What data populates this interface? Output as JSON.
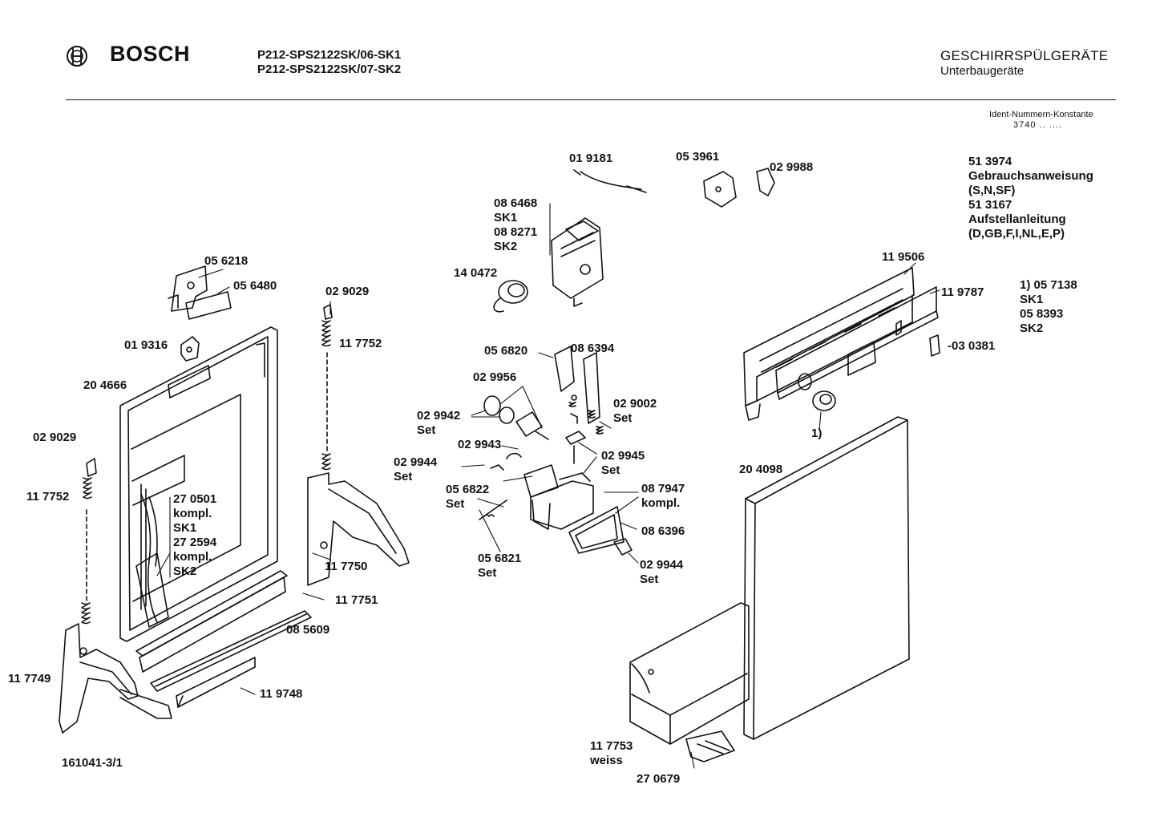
{
  "header": {
    "brand": "BOSCH",
    "models": [
      "P212-SPS2122SK/06-SK1",
      "P212-SPS2122SK/07-SK2"
    ],
    "category_title": "GESCHIRRSPÜLGERÄTE",
    "category_subtitle": "Unterbaugeräte",
    "ident_label": "Ident-Nummern-Konstante",
    "ident_value": "3740 .. ...."
  },
  "doc_number": "161041-3/1",
  "icons": {
    "logo": "bosch-armature-icon"
  },
  "part_labels": [
    {
      "id": "019181",
      "lines": [
        "01 9181"
      ]
    },
    {
      "id": "053961",
      "lines": [
        "05 3961"
      ]
    },
    {
      "id": "029988",
      "lines": [
        "02 9988"
      ]
    },
    {
      "id": "086468",
      "lines": [
        "08 6468",
        "SK1",
        "08 8271",
        "SK2"
      ]
    },
    {
      "id": "140472",
      "lines": [
        "14 0472"
      ]
    },
    {
      "id": "056218",
      "lines": [
        "05 6218"
      ]
    },
    {
      "id": "056480",
      "lines": [
        "05 6480"
      ]
    },
    {
      "id": "029029-top",
      "lines": [
        "02 9029"
      ]
    },
    {
      "id": "117752-top",
      "lines": [
        "11 7752"
      ]
    },
    {
      "id": "019316",
      "lines": [
        "01 9316"
      ]
    },
    {
      "id": "204666",
      "lines": [
        "20 4666"
      ]
    },
    {
      "id": "029029-left",
      "lines": [
        "02 9029"
      ]
    },
    {
      "id": "117752-left",
      "lines": [
        "11 7752"
      ]
    },
    {
      "id": "270501",
      "lines": [
        "27 0501",
        "kompl.",
        "SK1",
        "27 2594",
        "kompl.",
        "SK2"
      ]
    },
    {
      "id": "117750",
      "lines": [
        "11 7750"
      ]
    },
    {
      "id": "117751",
      "lines": [
        "11 7751"
      ]
    },
    {
      "id": "085609",
      "lines": [
        "08 5609"
      ]
    },
    {
      "id": "117749",
      "lines": [
        "11 7749"
      ]
    },
    {
      "id": "119748",
      "lines": [
        "11 9748"
      ]
    },
    {
      "id": "056820",
      "lines": [
        "05 6820"
      ]
    },
    {
      "id": "086394",
      "lines": [
        "08 6394"
      ]
    },
    {
      "id": "029956",
      "lines": [
        "02 9956"
      ]
    },
    {
      "id": "029942",
      "lines": [
        "02 9942",
        "Set"
      ]
    },
    {
      "id": "029002",
      "lines": [
        "02 9002",
        "Set"
      ]
    },
    {
      "id": "029943",
      "lines": [
        "02 9943"
      ]
    },
    {
      "id": "029944-left",
      "lines": [
        "02 9944",
        "Set"
      ]
    },
    {
      "id": "029945",
      "lines": [
        "02 9945",
        "Set"
      ]
    },
    {
      "id": "056822",
      "lines": [
        "05 6822",
        "Set"
      ]
    },
    {
      "id": "087947",
      "lines": [
        "08 7947",
        "kompl."
      ]
    },
    {
      "id": "086396",
      "lines": [
        "08 6396"
      ]
    },
    {
      "id": "056821",
      "lines": [
        "05 6821",
        "Set"
      ]
    },
    {
      "id": "029944-right",
      "lines": [
        "02 9944",
        "Set"
      ]
    },
    {
      "id": "513974",
      "lines": [
        "51 3974",
        "Gebrauchsanweisung",
        "(S,N,SF)",
        "51 3167",
        "Aufstellanleitung",
        "(D,GB,F,I,NL,E,P)"
      ]
    },
    {
      "id": "119506",
      "lines": [
        "11 9506"
      ]
    },
    {
      "id": "119787",
      "lines": [
        "11 9787"
      ]
    },
    {
      "id": "057138",
      "lines": [
        "1)  05 7138",
        "SK1",
        "05 8393",
        "SK2"
      ]
    },
    {
      "id": "030381",
      "lines": [
        "-03 0381"
      ]
    },
    {
      "id": "note-1",
      "lines": [
        "1)"
      ]
    },
    {
      "id": "204098",
      "lines": [
        "20 4098"
      ]
    },
    {
      "id": "117753",
      "lines": [
        "11 7753",
        "weiss"
      ]
    },
    {
      "id": "270679",
      "lines": [
        "27 0679"
      ]
    }
  ]
}
